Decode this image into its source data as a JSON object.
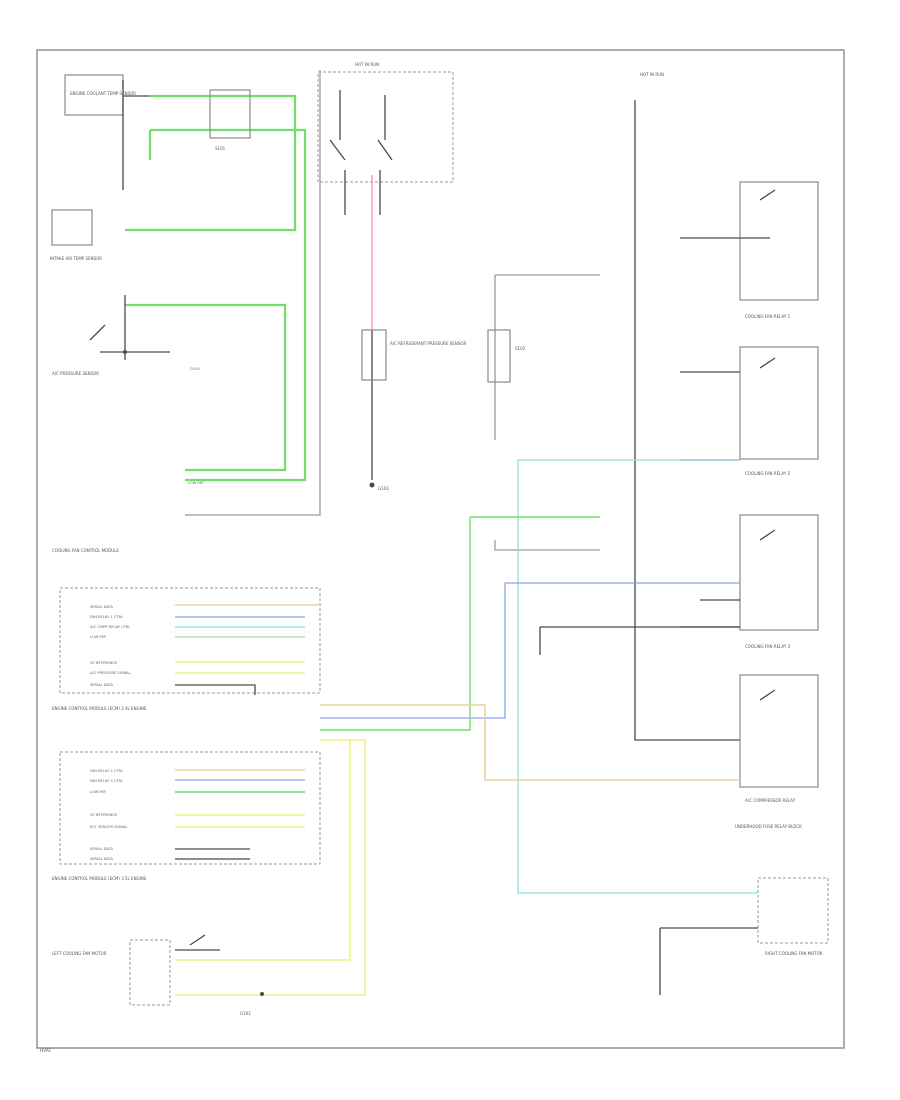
{
  "diagram": {
    "page_code": "HVAC",
    "labels": {
      "fuse_box_top": "HOT IN RUN",
      "fuse_box_top2": "HOT IN RUN",
      "engine_coolant_temp_sensor": "ENGINE COOLANT TEMP SENSOR",
      "intake_air_temp": "INTAKE AIR TEMP SENSOR",
      "ac_pressure_sensor": "A/C PRESSURE SENSOR",
      "ac_refrigerant_switch": "A/C REFRIGERANT PRESSURE SENSOR",
      "cooling_fan_control_module": "COOLING FAN CONTROL MODULE",
      "ecm_block_1": "ENGINE CONTROL MODULE (ECM) 2.4L ENGINE",
      "ecm_block_2": "ENGINE CONTROL MODULE (ECM) 3.5L ENGINE",
      "relay_1": "COOLING FAN RELAY 1",
      "relay_2": "COOLING FAN RELAY 2",
      "relay_3": "COOLING FAN RELAY 3",
      "relay_4": "A/C COMPRESSOR RELAY",
      "underhood_fuse": "UNDERHOOD FUSE RELAY BLOCK",
      "right_cooling_fan": "RIGHT COOLING FAN MOTOR",
      "left_cooling_fan": "LEFT COOLING FAN MOTOR",
      "ground_1": "G104",
      "ground_2": "G103",
      "ground_3": "G102",
      "splice_1": "S101",
      "splice_2": "S102"
    },
    "ecm_rows_1": [
      "SERIAL DATA",
      "FAN RELAY 1 CTRL",
      "A/C CMPR RELAY CTRL",
      "LOW REF",
      "5V REFERENCE",
      "A/C PRESSURE SIGNAL",
      "SERIAL DATA"
    ],
    "ecm_rows_2": [
      "FAN RELAY 2 CTRL",
      "FAN RELAY 3 CTRL",
      "LOW REF",
      "5V REFERENCE",
      "ECT SENSOR SIGNAL",
      "SERIAL DATA",
      "SERIAL DATA"
    ],
    "wire_colors": {
      "grn": "#6fe06a",
      "pnk": "#ff8fa8",
      "cyn": "#86e4e2",
      "blu": "#8aa3e8",
      "ylw": "#f1ef86",
      "org": "#e6d4a0",
      "blk": "#4a4a4a"
    }
  }
}
